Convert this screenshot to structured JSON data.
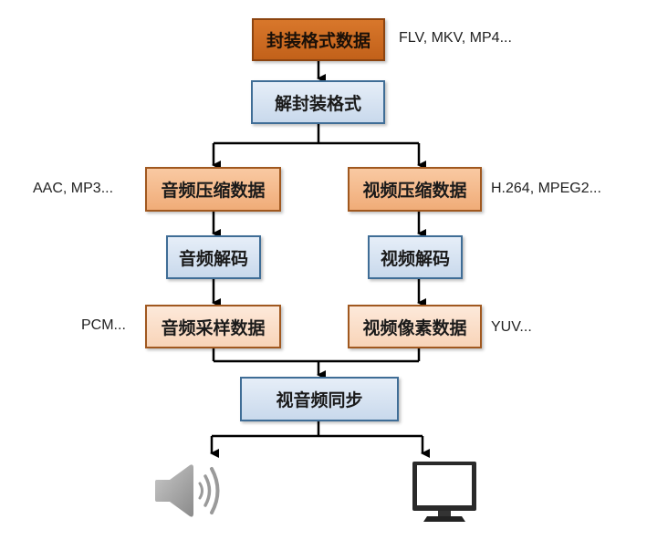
{
  "diagram": {
    "nodes": {
      "container_data": "封装格式数据",
      "demux": "解封装格式",
      "audio_compressed": "音频压缩数据",
      "video_compressed": "视频压缩数据",
      "audio_decode": "音频解码",
      "video_decode": "视频解码",
      "audio_samples": "音频采样数据",
      "video_pixels": "视频像素数据",
      "av_sync": "视音频同步"
    },
    "notes": {
      "container_formats": "FLV, MKV, MP4...",
      "audio_codecs": "AAC, MP3...",
      "video_codecs": "H.264, MPEG2...",
      "audio_raw": "PCM...",
      "video_raw": "YUV..."
    },
    "outputs": {
      "audio": "speaker-icon",
      "video": "monitor-icon"
    },
    "colors": {
      "container_box": "#c8661e",
      "process_box": "#d6e3f1",
      "compressed_box": "#f5b88a",
      "raw_box": "#fbe0cc",
      "arrow": "#000000"
    }
  }
}
